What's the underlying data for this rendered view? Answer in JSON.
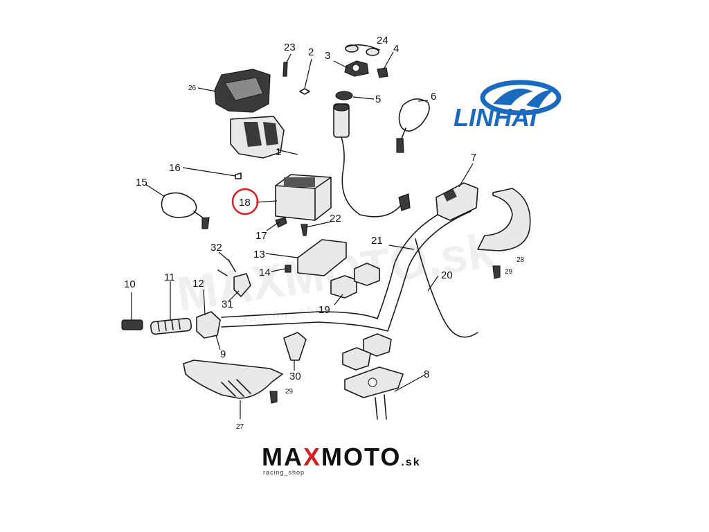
{
  "brand": {
    "linhai_text": "LINHAI",
    "linhai_color": "#1a6bc0",
    "maxmoto_text_a": "MA",
    "maxmoto_text_x": "X",
    "maxmoto_text_b": "MOTO",
    "maxmoto_suffix": ".sk",
    "maxmoto_tagline": "racing_shop",
    "maxmoto_accent": "#d42020"
  },
  "watermark": {
    "text": "MAXMOTO.sk",
    "sub": "racing_shop"
  },
  "highlight": {
    "part": "18",
    "color": "#e01b1b"
  },
  "parts": [
    {
      "id": "1"
    },
    {
      "id": "2"
    },
    {
      "id": "3"
    },
    {
      "id": "4"
    },
    {
      "id": "5"
    },
    {
      "id": "6"
    },
    {
      "id": "7"
    },
    {
      "id": "8"
    },
    {
      "id": "9"
    },
    {
      "id": "10"
    },
    {
      "id": "11"
    },
    {
      "id": "12"
    },
    {
      "id": "13"
    },
    {
      "id": "14"
    },
    {
      "id": "15"
    },
    {
      "id": "16"
    },
    {
      "id": "17"
    },
    {
      "id": "18"
    },
    {
      "id": "19"
    },
    {
      "id": "20"
    },
    {
      "id": "21"
    },
    {
      "id": "22"
    },
    {
      "id": "23"
    },
    {
      "id": "24"
    },
    {
      "id": "26"
    },
    {
      "id": "27"
    },
    {
      "id": "28"
    },
    {
      "id": "29"
    },
    {
      "id": "29"
    },
    {
      "id": "30"
    },
    {
      "id": "31"
    },
    {
      "id": "32"
    }
  ]
}
